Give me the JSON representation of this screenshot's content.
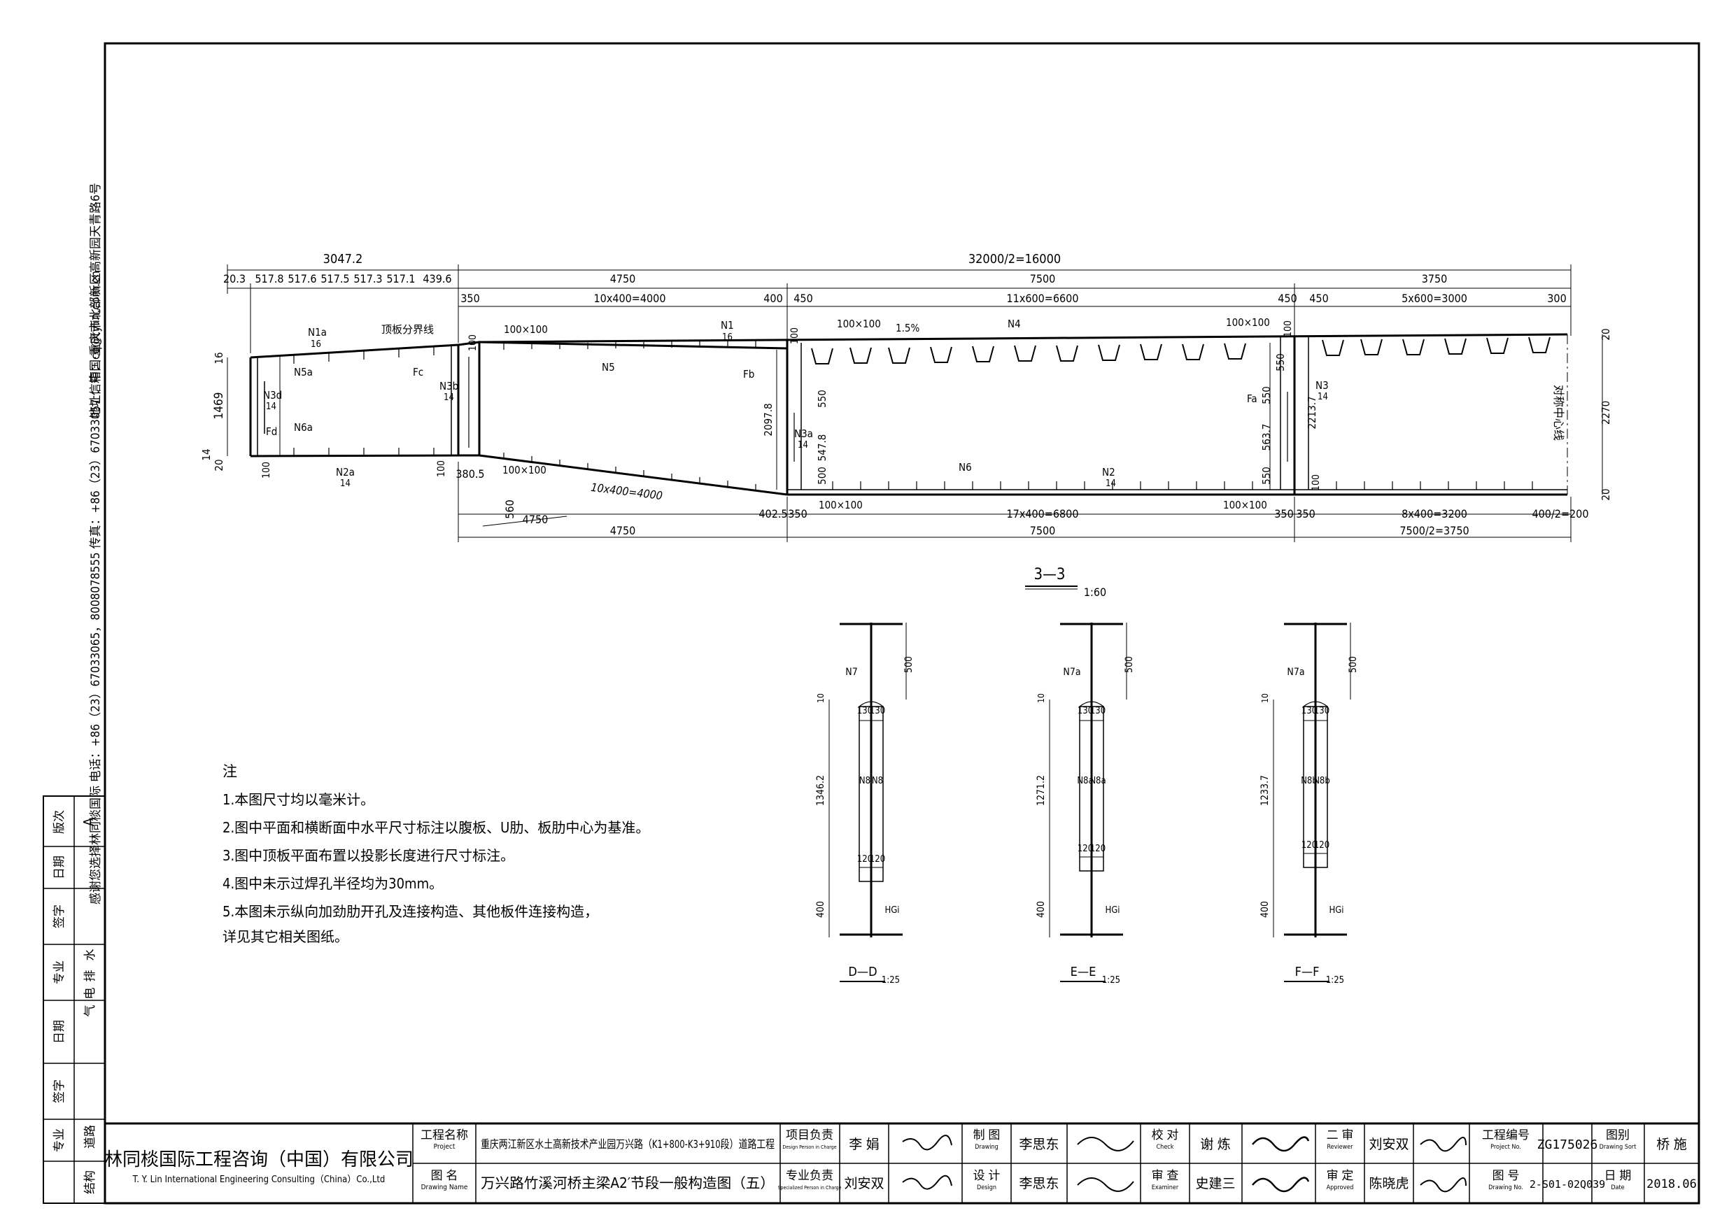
{
  "company": {
    "address_vertical": "地址：中国·重庆市北部新区高新园天青路6号",
    "phone_vertical": "感谢您选择林同棪国际  电话：+86（23）67033065，8008078555 传真：+86（23）67033057 信箱：cq@tylin.com.cn",
    "name_cn": "林同棪国际工程咨询（中国）有限公司",
    "name_en": "T. Y. Lin International Engineering Consulting（China）Co.,Ltd"
  },
  "elevation": {
    "top_dims": {
      "total_left": "3047.2",
      "total_right": "32000/2=16000",
      "segs_left": [
        "20.3",
        "517.8",
        "517.6",
        "517.5",
        "517.3",
        "517.1",
        "439.6"
      ],
      "seg_4750": "4750",
      "seg_7500": "7500",
      "seg_3750": "3750",
      "sub_350": "350",
      "sub_10x400": "10x400=4000",
      "sub_400": "400",
      "sub_450a": "450",
      "sub_11x600": "11x600=6600",
      "sub_450b": "450",
      "sub_450c": "450",
      "sub_5x600": "5x600=3000",
      "sub_300": "300"
    },
    "bottom_dims": {
      "d_380": "380.5",
      "d_402": "402.5",
      "d_350a": "350",
      "d_17x400": "17x400=6800",
      "d_350b": "350",
      "d_350c": "350",
      "d_8x400": "8x400=3200",
      "d_half": "400/2=200",
      "b_4750": "4750",
      "b_7500": "7500",
      "b_7500_2": "7500/2=3750",
      "slope_4750": "4750",
      "slope_560": "560",
      "diag_10x400": "10x400=4000"
    },
    "vertical_dims": {
      "h_1469": "1469",
      "h_16": "16",
      "h_14": "14",
      "h_20": "20",
      "h_2097": "2097.8",
      "h_547": "547.8",
      "h_550a": "550",
      "h_500a": "500",
      "h_2213": "2213.7",
      "h_563": "563.7",
      "h_550b": "550",
      "h_550c": "550",
      "h_550d": "550",
      "h_2270": "2270",
      "h_20b": "20",
      "h_20c": "20",
      "h_100a": "100",
      "h_100b": "100",
      "h_100c": "100",
      "h_100d": "100",
      "h_100e": "100",
      "h_100f": "100"
    },
    "labels": {
      "N1a": "N1a",
      "N1a_t": "16",
      "N5a": "N5a",
      "N3d": "N3d",
      "N3d_t": "14",
      "Fd": "Fd",
      "N6a": "N6a",
      "N2a": "N2a",
      "N2a_t": "14",
      "roof_line": "顶板分界线",
      "Fc": "Fc",
      "N3b": "N3b",
      "N3b_t": "14",
      "N5": "N5",
      "N1": "N1",
      "N1_t": "16",
      "Fb": "Fb",
      "N3a": "N3a",
      "N3a_t": "14",
      "N4": "N4",
      "slope": "1.5%",
      "N6": "N6",
      "N2": "N2",
      "N2_t": "14",
      "Fa": "Fa",
      "N3": "N3",
      "N3_t": "14",
      "center": "对称中心线",
      "box1": "100×100",
      "box2": "100×100",
      "box3": "100×100",
      "box4": "100×100",
      "box5": "100×100",
      "box6": "100×100"
    }
  },
  "section33": {
    "title": "3—3",
    "scale": "1:60"
  },
  "sections": [
    {
      "title": "D—D",
      "scale": "1:25",
      "n_top": "N7",
      "n_mid": "N8",
      "h_top": "500",
      "h_web": "1346.2",
      "h_bot": "400",
      "t10": "10",
      "w1": "130",
      "w2": "130",
      "w3": "120",
      "w4": "120",
      "hg": "HGi"
    },
    {
      "title": "E—E",
      "scale": "1:25",
      "n_top": "N7a",
      "n_mid": "N8a",
      "h_top": "500",
      "h_web": "1271.2",
      "h_bot": "400",
      "t10": "10",
      "w1": "130",
      "w2": "130",
      "w3": "120",
      "w4": "120",
      "hg": "HGi"
    },
    {
      "title": "F—F",
      "scale": "1:25",
      "n_top": "N7a",
      "n_mid": "N8b",
      "h_top": "500",
      "h_web": "1233.7",
      "h_bot": "400",
      "t10": "10",
      "w1": "130",
      "w2": "130",
      "w3": "120",
      "w4": "120",
      "hg": "HGi"
    }
  ],
  "notes": {
    "heading": "注",
    "items": [
      "1.本图尺寸均以毫米计。",
      "2.图中平面和横断面中水平尺寸标注以腹板、U肋、板肋中心为基准。",
      "3.图中顶板平面布置以投影长度进行尺寸标注。",
      "4.图中未示过焊孔半径均为30mm。",
      "5.本图未示纵向加劲肋开孔及连接构造、其他板件连接构造，",
      "  详见其它相关图纸。"
    ]
  },
  "sign_column": {
    "version_label": "版次",
    "version": "A",
    "date": "日期",
    "sign": "签字",
    "major": "专业",
    "water": "水",
    "drain": "排",
    "elec": "电",
    "gas": "气",
    "date2": "日期",
    "sign2": "签字",
    "major2": "专业",
    "road": "道路",
    "struct": "结构"
  },
  "title_block": {
    "proj_label": "工程名称",
    "proj_label_en": "Project",
    "project": "重庆两江新区水土高新技术产业园万兴路（K1+800-K3+910段）道路工程",
    "dwg_label": "图 名",
    "dwg_label_en": "Drawing Name",
    "drawing": "万兴路竹溪河桥主梁A2′节段一般构造图（五）",
    "pm_label": "项目负责",
    "pm_label_en": "Design Person in Charge",
    "pm": "李 娟",
    "sm_label": "专业负责",
    "sm_label_en": "Specialized Person in Charge",
    "sm": "刘安双",
    "draw_label": "制 图",
    "draw_label_en": "Drawing",
    "drawer": "李思东",
    "design_label": "设 计",
    "design_label_en": "Design",
    "designer": "李思东",
    "check_label": "校 对",
    "check_label_en": "Check",
    "checker": "谢 炼",
    "exam_label": "审 查",
    "exam_label_en": "Examiner",
    "examiner": "史建三",
    "rev_label": "二 审",
    "rev_label_en": "Reviewer",
    "reviewer": "刘安双",
    "appr_label": "审 定",
    "appr_label_en": "Approved",
    "approver": "陈晓虎",
    "pno_label": "工程编号",
    "pno_label_en": "Project No.",
    "pno": "ZG175026",
    "dno_label": "图 号",
    "dno_label_en": "Drawing No.",
    "dno": "2-S01-02Q039",
    "sort_label": "图别",
    "sort_label_en": "Drawing Sort",
    "sort": "桥 施",
    "date_label": "日 期",
    "date_label_en": "Date",
    "date": "2018.06"
  }
}
